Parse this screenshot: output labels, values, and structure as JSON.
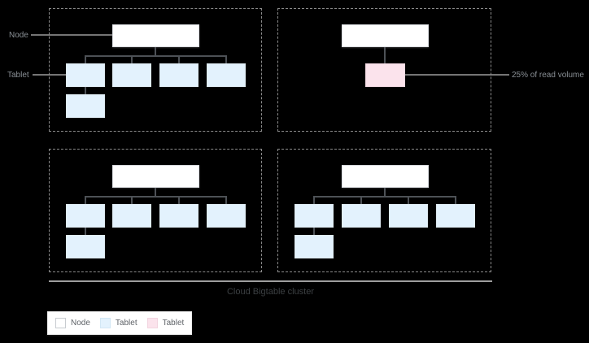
{
  "title": "Cloud Bigtable cluster",
  "annotations": {
    "node_label": "Node",
    "tablet_label": "Tablet",
    "read_volume_label": "25% of read volume"
  },
  "legend": {
    "items": [
      {
        "label": "Node",
        "color": "#ffffff"
      },
      {
        "label": "Tablet",
        "color": "#e3f2fd"
      },
      {
        "label": "Tablet",
        "color": "#fbe3ec"
      }
    ]
  },
  "colors": {
    "background": "#000000",
    "node_fill": "#ffffff",
    "node_border": "#dadce0",
    "tablet_fill": "#e3f2fd",
    "hot_tablet_fill": "#fbe3ec",
    "connector_line": "#4d5156",
    "pointer_line": "#757575",
    "dashed_border": "#8a8a8a",
    "divider_line": "#9e9e9e",
    "title_text": "#3c4043",
    "annotation_text": "#8a9096"
  },
  "diagram": {
    "description": "Four dashed node groups above a Cloud Bigtable cluster divider; one node serves a single hot tablet receiving 25% of read volume",
    "clusters": [
      {
        "position": "top-left",
        "node": 1,
        "tablets": 4,
        "overflow_tablets": 1,
        "hot_tablet": false
      },
      {
        "position": "top-right",
        "node": 1,
        "tablets": 1,
        "overflow_tablets": 0,
        "hot_tablet": true
      },
      {
        "position": "bottom-left",
        "node": 1,
        "tablets": 4,
        "overflow_tablets": 1,
        "hot_tablet": false
      },
      {
        "position": "bottom-right",
        "node": 1,
        "tablets": 4,
        "overflow_tablets": 1,
        "hot_tablet": false
      }
    ]
  }
}
